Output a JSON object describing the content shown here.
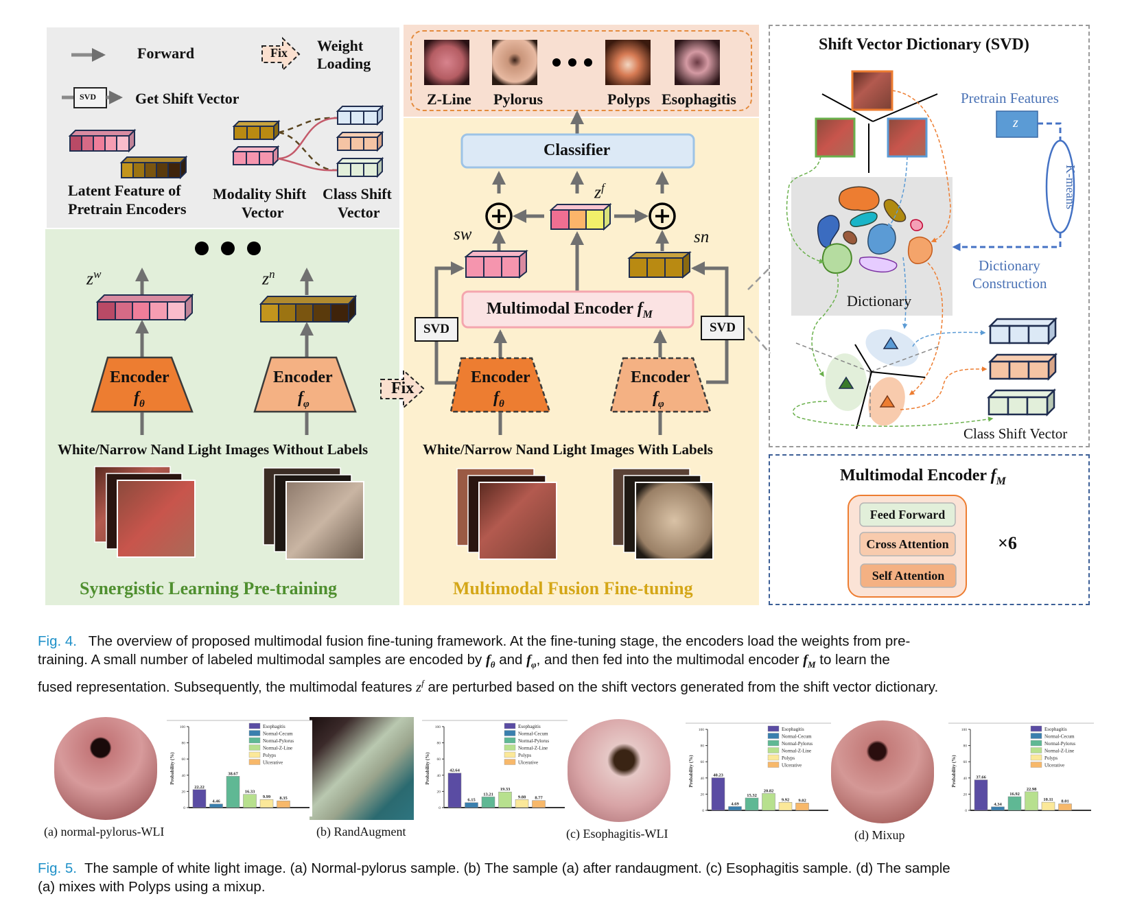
{
  "legend": {
    "forward": "Forward",
    "weight_loading_1": "Weight",
    "weight_loading_2": "Loading",
    "fix": "Fix",
    "svd": "SVD",
    "get_shift_vector": "Get Shift Vector",
    "latent_1": "Latent Feature of",
    "latent_2": "Pretrain Encoders",
    "modality_1": "Modality Shift",
    "modality_2": "Vector",
    "class_1": "Class Shift",
    "class_2": "Vector"
  },
  "pretrain": {
    "zw": "z",
    "zw_sup": "w",
    "zn": "z",
    "zn_sup": "n",
    "encoder": "Encoder",
    "f": "f",
    "theta": "θ",
    "phi": "φ",
    "images_label": "White/Narrow Nand Light Images Without Labels",
    "title": "Synergistic Learning Pre-training"
  },
  "finetune": {
    "classes": [
      "Z-Line",
      "Pylorus",
      "Polyps",
      "Esophagitis"
    ],
    "classifier": "Classifier",
    "zf": "z",
    "zf_sup": "f",
    "sw": "sw",
    "sn": "sn",
    "mm_encoder": "Multimodal Encoder ",
    "mm_f": "f",
    "mm_sub": "M",
    "svd": "SVD",
    "fix": "Fix",
    "encoder": "Encoder",
    "f": "f",
    "theta": "θ",
    "phi": "φ",
    "images_label": "White/Narrow Nand Light Images With Labels",
    "title": "Multimodal Fusion Fine-tuning"
  },
  "svd_panel": {
    "title": "Shift Vector Dictionary (SVD)",
    "pretrain_features": "Pretrain Features",
    "z": "z",
    "kmeans": "K-means",
    "dict_construction_1": "Dictionary",
    "dict_construction_2": "Construction",
    "dictionary": "Dictionary",
    "class_shift_vector": "Class Shift Vector"
  },
  "mme_panel": {
    "title": "Multimodal Encoder ",
    "f": "f",
    "sub": "M",
    "layers": [
      "Feed Forward",
      "Cross Attention",
      "Self Attention"
    ],
    "repeat": "×6"
  },
  "fig4": {
    "ref": "Fig. 4.",
    "line1": "The overview of proposed multimodal fusion fine-tuning framework. At the fine-tuning stage, the encoders load the weights from pre-",
    "line2a": "training. A small number of labeled multimodal samples are encoded by ",
    "line2b": " and ",
    "line2c": ", and then fed into the multimodal encoder ",
    "line2d": " to learn the",
    "line3a": "fused representation. Subsequently, the multimodal features ",
    "line3b": " are perturbed based on the shift vectors generated from the shift vector dictionary."
  },
  "fig5": {
    "ref": "Fig. 5.",
    "line1": "The sample of white light image. (a) Normal-pylorus sample. (b) The sample (a) after randaugment. (c) Esophagitis sample. (d) The sample",
    "line2": "(a) mixes with Polyps using a mixup.",
    "sub_captions": [
      "(a) normal-pylorus-WLI",
      "(b) RandAugment",
      "(c) Esophagitis-WLI",
      "(d) Mixup"
    ]
  },
  "chart_data": [
    {
      "type": "bar",
      "title": "",
      "xlabel": "",
      "ylabel": "Probability (%)",
      "ylim": [
        0,
        100
      ],
      "yticks": [
        0,
        20,
        40,
        60,
        80,
        100
      ],
      "categories": [
        "Esophagitis",
        "Normal-Cecum",
        "Normal-Pylorus",
        "Normal-Z-Line",
        "Polyps",
        "Ulcerative"
      ],
      "values": [
        22.22,
        4.46,
        38.67,
        16.33,
        9.99,
        8.35
      ],
      "colors": [
        "#5a4ca3",
        "#3a7fae",
        "#5fb894",
        "#b7e08e",
        "#fbe899",
        "#f7b86a"
      ],
      "legend": "top-right"
    },
    {
      "type": "bar",
      "title": "",
      "xlabel": "",
      "ylabel": "Probability (%)",
      "ylim": [
        0,
        100
      ],
      "yticks": [
        0,
        20,
        40,
        60,
        80,
        100
      ],
      "categories": [
        "Esophagitis",
        "Normal-Cecum",
        "Normal-Pylorus",
        "Normal-Z-Line",
        "Polyps",
        "Ulcerative"
      ],
      "values": [
        42.64,
        6.15,
        13.21,
        19.33,
        9.88,
        8.77
      ],
      "colors": [
        "#5a4ca3",
        "#3a7fae",
        "#5fb894",
        "#b7e08e",
        "#fbe899",
        "#f7b86a"
      ],
      "legend": "top-right"
    },
    {
      "type": "bar",
      "title": "",
      "xlabel": "",
      "ylabel": "Probability (%)",
      "ylim": [
        0,
        100
      ],
      "yticks": [
        0,
        20,
        40,
        60,
        80,
        100
      ],
      "categories": [
        "Esophagitis",
        "Normal-Cecum",
        "Normal-Pylorus",
        "Normal-Z-Line",
        "Polyps",
        "Ulcerative"
      ],
      "values": [
        40.23,
        4.69,
        15.32,
        20.82,
        9.92,
        9.02
      ],
      "colors": [
        "#5a4ca3",
        "#3a7fae",
        "#5fb894",
        "#b7e08e",
        "#fbe899",
        "#f7b86a"
      ],
      "legend": "top-right"
    },
    {
      "type": "bar",
      "title": "",
      "xlabel": "",
      "ylabel": "Probability (%)",
      "ylim": [
        0,
        100
      ],
      "yticks": [
        0,
        20,
        40,
        60,
        80,
        100
      ],
      "categories": [
        "Esophagitis",
        "Normal-Cecum",
        "Normal-Pylorus",
        "Normal-Z-Line",
        "Polyps",
        "Ulcerative"
      ],
      "values": [
        37.66,
        4.34,
        16.92,
        22.98,
        10.11,
        8.01
      ],
      "colors": [
        "#5a4ca3",
        "#3a7fae",
        "#5fb894",
        "#b7e08e",
        "#fbe899",
        "#f7b86a"
      ],
      "legend": "top-right"
    }
  ]
}
